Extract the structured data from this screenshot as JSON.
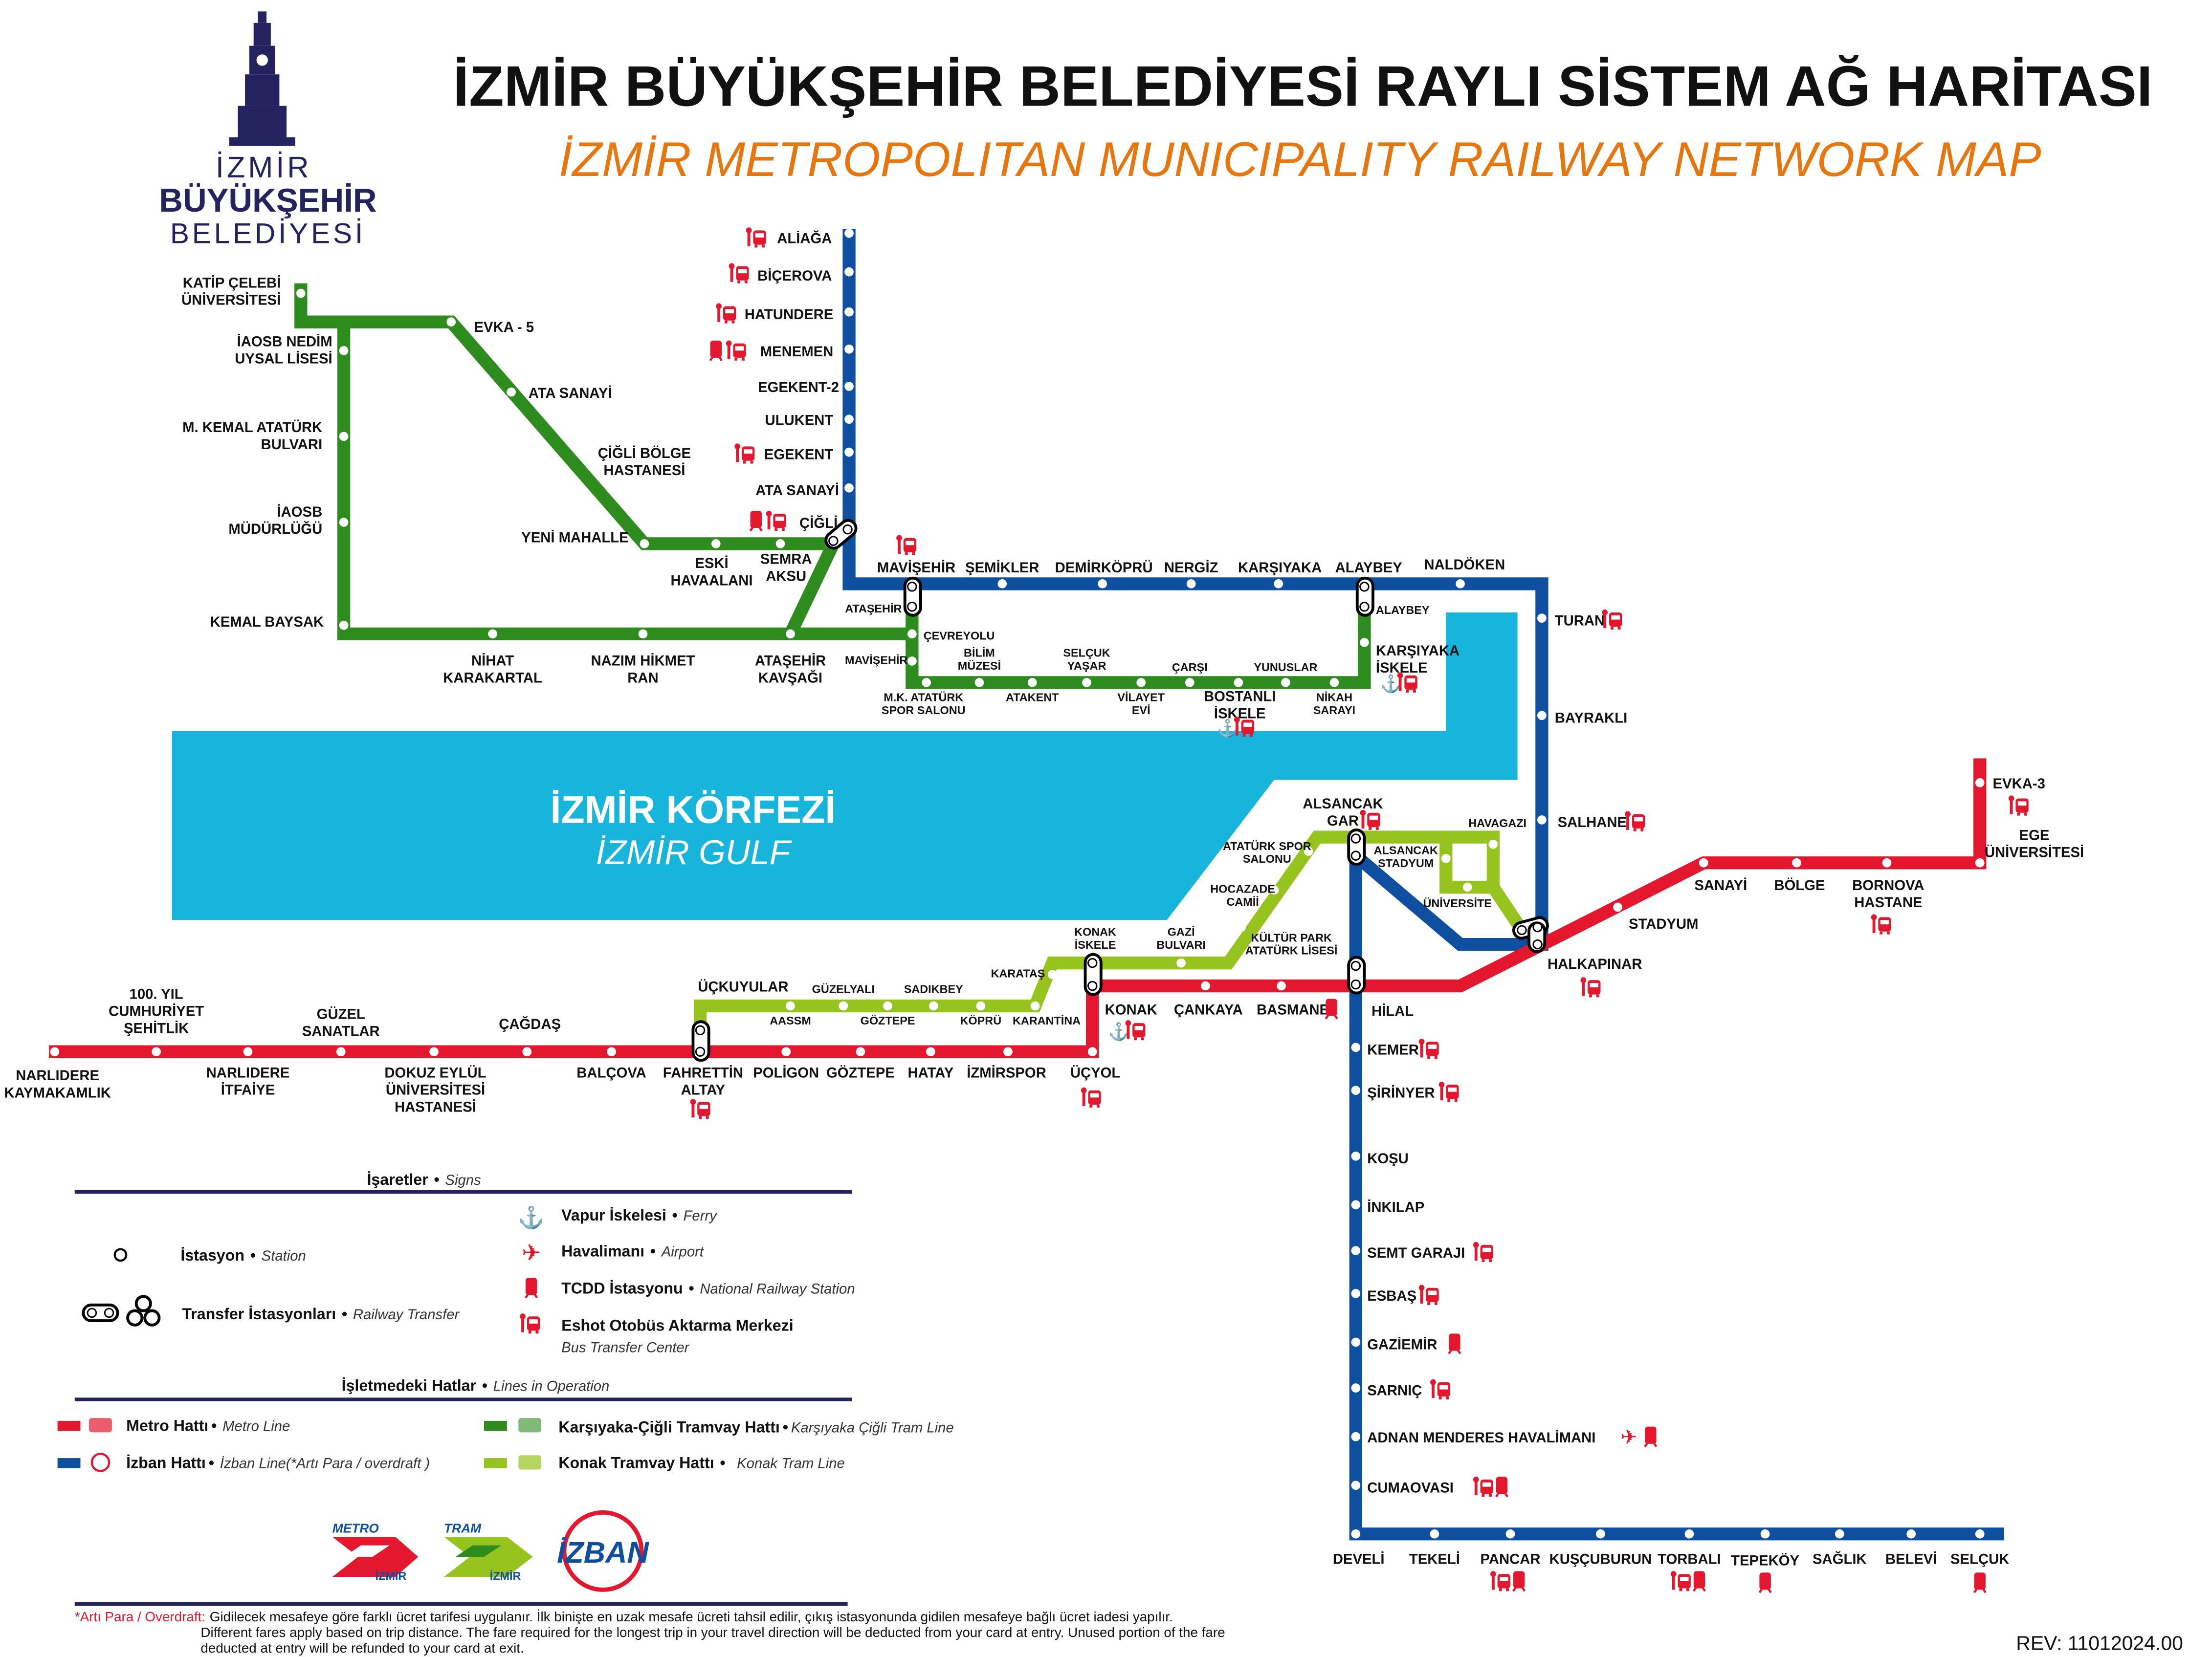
{
  "header": {
    "title": "İZMİR BÜYÜKŞEHİR BELEDİYESİ RAYLI SİSTEM AĞ HARİTASI",
    "subtitle": "İZMİR METROPOLITAN MUNICIPALITY RAILWAY NETWORK MAP"
  },
  "logo": {
    "line1": "İZMİR",
    "line2": "BÜYÜKŞEHİR",
    "line3": "BELEDİYESİ"
  },
  "gulf": {
    "name_tr": "İZMİR KÖRFEZİ",
    "name_en": "İZMİR GULF"
  },
  "colors": {
    "metro": "#e3172d",
    "izban": "#0e4fa0",
    "cigli_tram": "#2e8b1e",
    "konak_tram": "#97c31e",
    "gulf": "#17b5db",
    "accent": "#e8760f",
    "navy": "#25235f",
    "icon": "#e3172d"
  },
  "lines": {
    "izban": {
      "stations": [
        {
          "name": "ALİAĞA",
          "icons": [
            "bus"
          ]
        },
        {
          "name": "BİÇEROVA",
          "icons": [
            "bus"
          ]
        },
        {
          "name": "HATUNDERE",
          "icons": [
            "bus"
          ]
        },
        {
          "name": "MENEMEN",
          "icons": [
            "train",
            "bus"
          ]
        },
        {
          "name": "EGEKENT-2",
          "icons": []
        },
        {
          "name": "ULUKENT",
          "icons": []
        },
        {
          "name": "EGEKENT",
          "icons": [
            "bus"
          ]
        },
        {
          "name": "ATA SANAYİ",
          "icons": []
        },
        {
          "name": "ÇİĞLİ",
          "icons": [
            "train",
            "bus"
          ]
        },
        {
          "name": "MAVİŞEHİR",
          "icons": [
            "bus"
          ]
        },
        {
          "name": "ŞEMİKLER",
          "icons": []
        },
        {
          "name": "DEMİRKÖPRÜ",
          "icons": []
        },
        {
          "name": "NERGİZ",
          "icons": []
        },
        {
          "name": "KARŞIYAKA",
          "icons": []
        },
        {
          "name": "ALAYBEY",
          "icons": []
        },
        {
          "name": "NALDÖKEN",
          "icons": []
        },
        {
          "name": "TURAN",
          "icons": [
            "bus"
          ]
        },
        {
          "name": "BAYRAKLI",
          "icons": []
        },
        {
          "name": "SALHANE",
          "icons": [
            "bus"
          ]
        },
        {
          "name": "HALKAPINAR",
          "icons": [
            "bus"
          ]
        },
        {
          "name": "ALSANCAK\nGAR",
          "icons": [
            "bus"
          ]
        },
        {
          "name": "HİLAL",
          "icons": []
        },
        {
          "name": "KEMER",
          "icons": [
            "bus"
          ]
        },
        {
          "name": "ŞİRİNYER",
          "icons": [
            "bus"
          ]
        },
        {
          "name": "KOŞU",
          "icons": []
        },
        {
          "name": "İNKILAP",
          "icons": []
        },
        {
          "name": "SEMT GARAJI",
          "icons": [
            "bus"
          ]
        },
        {
          "name": "ESBAŞ",
          "icons": [
            "bus"
          ]
        },
        {
          "name": "GAZİEMİR",
          "icons": [
            "train"
          ]
        },
        {
          "name": "SARNIÇ",
          "icons": [
            "bus"
          ]
        },
        {
          "name": "ADNAN MENDERES HAVALİMANI",
          "icons": [
            "plane",
            "train"
          ]
        },
        {
          "name": "CUMAOVASI",
          "icons": [
            "bus",
            "train"
          ]
        },
        {
          "name": "DEVELİ",
          "icons": []
        },
        {
          "name": "TEKELİ",
          "icons": []
        },
        {
          "name": "PANCAR",
          "icons": [
            "bus",
            "train"
          ]
        },
        {
          "name": "KUŞÇUBURUN",
          "icons": []
        },
        {
          "name": "TORBALI",
          "icons": [
            "bus",
            "train"
          ]
        },
        {
          "name": "TEPEKÖY",
          "icons": [
            "train"
          ]
        },
        {
          "name": "SAĞLIK",
          "icons": []
        },
        {
          "name": "BELEVİ",
          "icons": []
        },
        {
          "name": "SELÇUK",
          "icons": [
            "train"
          ]
        }
      ]
    },
    "metro": {
      "stations": [
        {
          "name": "NARLIDERE\nKAYMAKAMLIK",
          "icons": []
        },
        {
          "name": "100. YIL\nCUMHURİYET\nŞEHİTLİK",
          "icons": []
        },
        {
          "name": "NARLIDERE\nİTFAİYE",
          "icons": []
        },
        {
          "name": "GÜZEL\nSANATLAR",
          "icons": []
        },
        {
          "name": "DOKUZ EYLÜL\nÜNİVERSİTESİ\nHASTANESİ",
          "icons": []
        },
        {
          "name": "ÇAĞDAŞ",
          "icons": []
        },
        {
          "name": "BALÇOVA",
          "icons": []
        },
        {
          "name": "FAHRETTİN\nALTAY",
          "icons": [
            "bus"
          ]
        },
        {
          "name": "POLİGON",
          "icons": []
        },
        {
          "name": "GÖZTEPE",
          "icons": []
        },
        {
          "name": "HATAY",
          "icons": []
        },
        {
          "name": "İZMİRSPOR",
          "icons": []
        },
        {
          "name": "ÜÇYOL",
          "icons": [
            "bus"
          ]
        },
        {
          "name": "KONAK",
          "icons": [
            "ferry",
            "bus"
          ]
        },
        {
          "name": "ÇANKAYA",
          "icons": []
        },
        {
          "name": "BASMANE",
          "icons": [
            "train"
          ]
        },
        {
          "name": "STADYUM",
          "icons": []
        },
        {
          "name": "SANAYİ",
          "icons": []
        },
        {
          "name": "BÖLGE",
          "icons": []
        },
        {
          "name": "BORNOVA\nHASTANE",
          "icons": [
            "bus"
          ]
        },
        {
          "name": "EGE\nÜNİVERSİTESİ",
          "icons": []
        },
        {
          "name": "EVKA-3",
          "icons": [
            "bus"
          ]
        }
      ]
    },
    "konak_tram": {
      "stations": [
        {
          "name": "ÜÇKUYULAR",
          "icons": []
        },
        {
          "name": "AASSM",
          "icons": []
        },
        {
          "name": "GÜZELYALI",
          "icons": []
        },
        {
          "name": "GÖZTEPE",
          "icons": []
        },
        {
          "name": "SADIKBEY",
          "icons": []
        },
        {
          "name": "KÖPRÜ",
          "icons": []
        },
        {
          "name": "KARANTİNA",
          "icons": []
        },
        {
          "name": "KARATAŞ",
          "icons": []
        },
        {
          "name": "KONAK\nİSKELE",
          "icons": []
        },
        {
          "name": "GAZİ\nBULVARI",
          "icons": []
        },
        {
          "name": "KÜLTÜR PARK\nATATÜRK LİSESİ",
          "icons": []
        },
        {
          "name": "HOCAZADE\nCAMİİ",
          "icons": []
        },
        {
          "name": "ATATÜRK SPOR\nSALONU",
          "icons": []
        },
        {
          "name": "ALSANCAK\nSTADYUM",
          "icons": []
        },
        {
          "name": "HAVAGAZI",
          "icons": []
        },
        {
          "name": "ÜNİVERSİTE",
          "icons": []
        }
      ]
    },
    "cigli_tram": {
      "stations": [
        {
          "name": "KATİP ÇELEBİ\nÜNİVERSİTESİ",
          "icons": []
        },
        {
          "name": "İAOSB NEDİM\nUYSAL LİSESİ",
          "icons": []
        },
        {
          "name": "M. KEMAL ATATÜRK\nBULVARI",
          "icons": []
        },
        {
          "name": "İAOSB\nMÜDÜRLÜĞÜ",
          "icons": []
        },
        {
          "name": "KEMAL BAYSAK",
          "icons": []
        },
        {
          "name": "NİHAT\nKARAKARTAL",
          "icons": []
        },
        {
          "name": "NAZIM HİKMET\nRAN",
          "icons": []
        },
        {
          "name": "ATAŞEHİR\nKAVŞAĞI",
          "icons": []
        },
        {
          "name": "EVKA - 5",
          "icons": []
        },
        {
          "name": "ATA SANAYİ",
          "icons": []
        },
        {
          "name": "ÇİĞLİ BÖLGE\nHASTANESİ",
          "icons": []
        },
        {
          "name": "YENİ MAHALLE",
          "icons": []
        },
        {
          "name": "ESKİ\nHAVAALANI",
          "icons": []
        },
        {
          "name": "SEMRA\nAKSU",
          "icons": []
        },
        {
          "name": "ATAŞEHİR",
          "icons": []
        },
        {
          "name": "ÇEVREYOLU",
          "icons": []
        },
        {
          "name": "MAVİŞEHİR",
          "icons": []
        },
        {
          "name": "M.K. ATATÜRK\nSPOR SALONU",
          "icons": []
        },
        {
          "name": "BİLİM\nMÜZESİ",
          "icons": []
        },
        {
          "name": "ATAKENT",
          "icons": []
        },
        {
          "name": "SELÇUK\nYAŞAR",
          "icons": []
        },
        {
          "name": "VİLAYET\nEVİ",
          "icons": []
        },
        {
          "name": "ÇARŞI",
          "icons": []
        },
        {
          "name": "BOSTANLI\nİSKELE",
          "icons": [
            "ferry",
            "bus"
          ]
        },
        {
          "name": "YUNUSLAR",
          "icons": []
        },
        {
          "name": "NİKAH\nSARAYI",
          "icons": []
        },
        {
          "name": "KARŞIYAKA\nİSKELE",
          "icons": [
            "ferry",
            "bus"
          ]
        },
        {
          "name": "ALAYBEY",
          "icons": []
        }
      ]
    }
  },
  "legend": {
    "signs_heading": "İşaretler",
    "signs_heading_en": "Signs",
    "station": "İstasyon",
    "station_en": "Station",
    "transfer": "Transfer İstasyonları",
    "transfer_en": "Railway Transfer",
    "ferry": "Vapur İskelesi",
    "ferry_en": "Ferry",
    "airport": "Havalimanı",
    "airport_en": "Airport",
    "tcdd": "TCDD İstasyonu",
    "tcdd_en": "National Railway Station",
    "bus": "Eshot Otobüs Aktarma Merkezi",
    "bus_en": "Bus Transfer Center",
    "lines_heading": "İşletmedeki Hatlar",
    "lines_heading_en": "Lines in Operation",
    "metro": "Metro Hattı",
    "metro_en": "Metro Line",
    "izban": "İzban Hattı",
    "izban_en": "İzban Line",
    "izban_note": "(*Artı Para / overdraft )",
    "cigli": "Karşıyaka-Çiğli Tramvay Hattı",
    "cigli_en": "Karşıyaka Çiğli Tram Line",
    "konak": "Konak Tramvay Hattı",
    "konak_en": "Konak Tram Line",
    "bullet": "•"
  },
  "brands": {
    "metro": "METRO",
    "metro_sub": "İZMİR",
    "tram": "TRAM",
    "tram_sub": "İZMİR",
    "izban": "İZBAN"
  },
  "footer": {
    "note_label": "*Artı Para / Overdraft:",
    "note_tr": "Gidilecek mesafeye göre farklı ücret tarifesi uygulanır. İlk binişte en uzak mesafe ücreti tahsil edilir, çıkış istasyonunda  gidilen mesafeye bağlı ücret iadesi yapılır.",
    "note_en_1": "Different fares apply based on trip distance. The fare required for the longest trip in your travel direction will be deducted from your card at entry. Unused portion of the fare",
    "note_en_2": "deducted at entry will be refunded to your card at exit.",
    "rev": "REV: 11012024.00"
  }
}
